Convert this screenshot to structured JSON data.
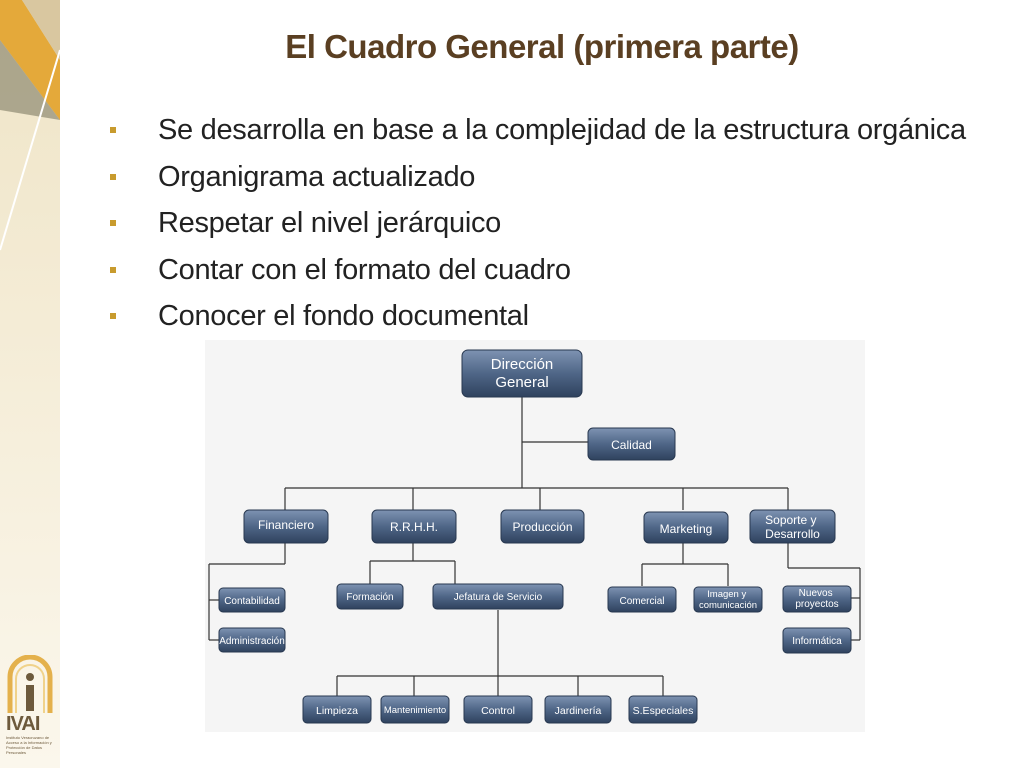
{
  "slide": {
    "title": "El Cuadro General (primera parte)",
    "bullets": [
      "Se desarrolla en base a la complejidad de la estructura orgánica",
      "Organigrama actualizado",
      "Respetar el nivel jerárquico",
      "Contar con el formato del cuadro",
      "Conocer el fondo documental"
    ],
    "colors": {
      "title": "#5a3f22",
      "bullet": "#c89b2e",
      "box": "#3f5573",
      "band": "#e8dcc0"
    }
  },
  "org": {
    "root": [
      "Dirección",
      "General"
    ],
    "staff": "Calidad",
    "departments": [
      {
        "name": "Financiero",
        "subs": [
          "Contabilidad",
          "Administración"
        ]
      },
      {
        "name": "R.R.H.H.",
        "subs": [
          "Formación",
          "Jefatura de Servicio"
        ]
      },
      {
        "name": "Producción",
        "subs": []
      },
      {
        "name": "Marketing",
        "subs": [
          "Comercial",
          "Imagen y comunicación"
        ]
      },
      {
        "name": "Soporte y Desarrollo",
        "subs": [
          "Nuevos proyectos",
          "Informática"
        ]
      }
    ],
    "service_units": [
      "Limpieza",
      "Mantenimiento",
      "Control",
      "Jardinería",
      "S.Especiales"
    ]
  },
  "logo": {
    "name": "IVAI",
    "subtitle": "Instituto Veracruzano de Acceso a la Información y Protección de Datos Personales"
  }
}
